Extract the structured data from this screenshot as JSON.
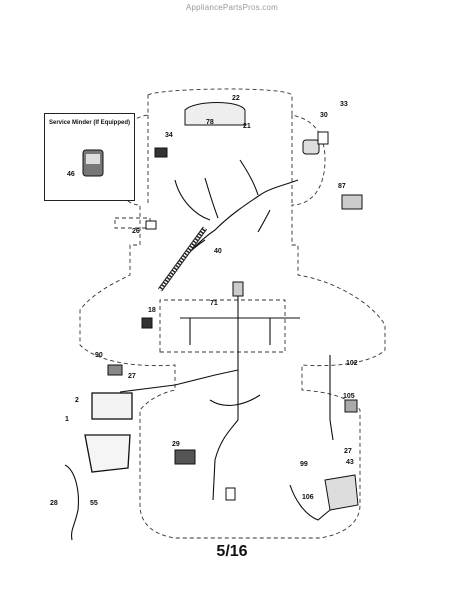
{
  "header": {
    "watermark": "AppliancePartsPros.com"
  },
  "inset": {
    "title": "Service Minder (If Equipped)"
  },
  "callouts": [
    "22",
    "21",
    "78",
    "30",
    "33",
    "34",
    "87",
    "26",
    "40",
    "18",
    "71",
    "90",
    "27",
    "102",
    "2",
    "1",
    "105",
    "29",
    "99",
    "27",
    "43",
    "28",
    "55",
    "106",
    "46"
  ],
  "footer": {
    "page": "5/16"
  }
}
